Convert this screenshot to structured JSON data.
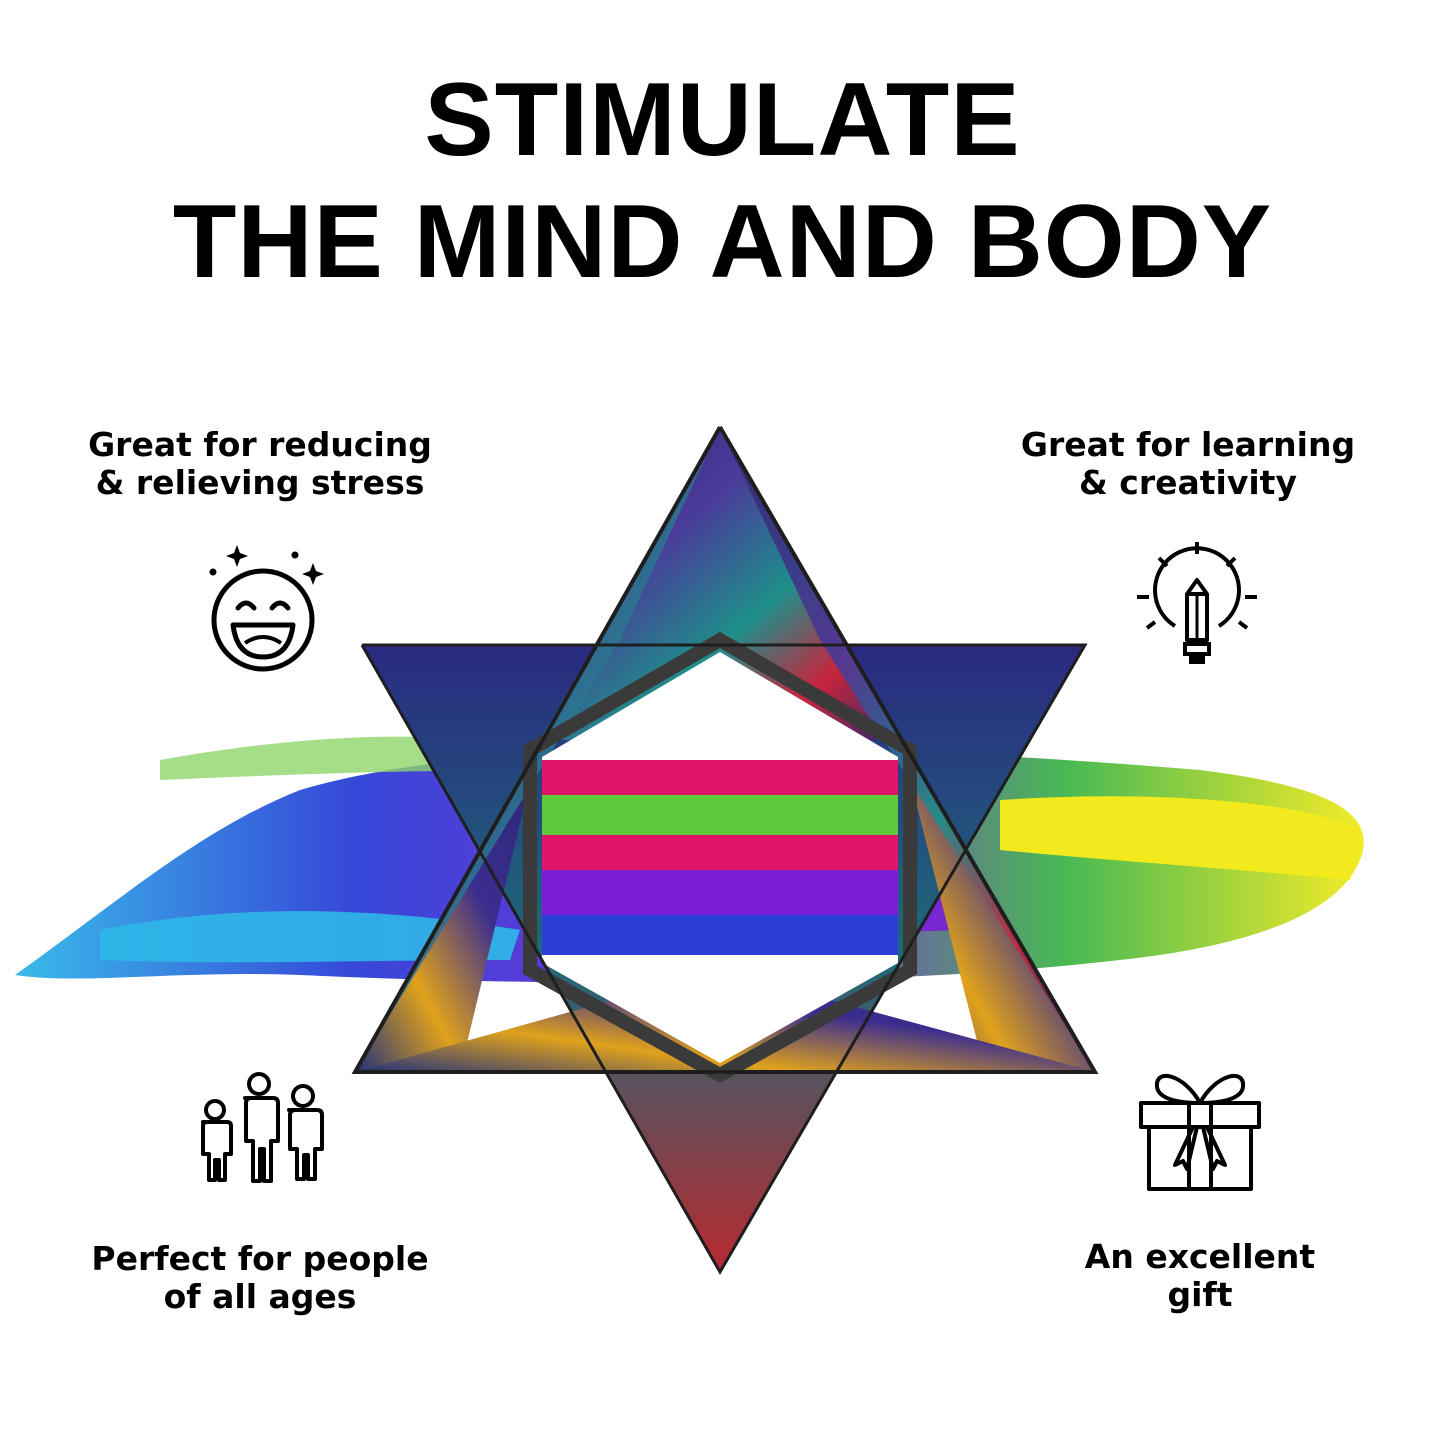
{
  "headline": {
    "line1": "STIMULATE",
    "line2": "THE MIND AND BODY"
  },
  "features": [
    {
      "id": "stress",
      "line1": "Great for reducing",
      "line2": "& relieving stress",
      "icon": "smiley-face-icon"
    },
    {
      "id": "learning",
      "line1": "Great for learning",
      "line2": "& creativity",
      "icon": "lightbulb-pencil-icon"
    },
    {
      "id": "ages",
      "line1": "Perfect for people",
      "line2": "of all ages",
      "icon": "family-icon"
    },
    {
      "id": "gift",
      "line1": "An excellent",
      "line2": "gift",
      "icon": "gift-box-icon"
    }
  ],
  "colors": {
    "text": "#000000",
    "background": "#ffffff",
    "star_base": "#3a2f7a",
    "paint_blue": "#2b3fd6",
    "paint_cyan": "#2fb7e8",
    "paint_magenta": "#e0156a",
    "paint_yellow": "#f2ea1c",
    "paint_green": "#5ec93a",
    "paint_purple": "#7a1fd6"
  }
}
